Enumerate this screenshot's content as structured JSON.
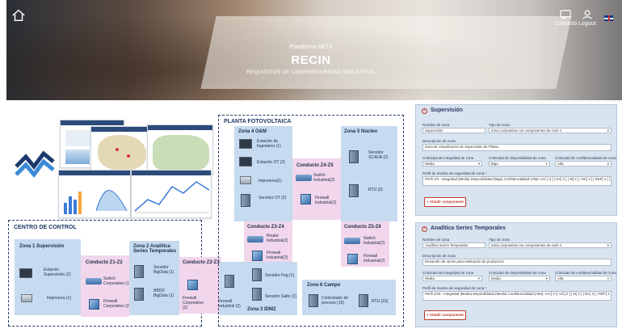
{
  "header": {
    "platform_label": "Plataforma BETA",
    "app_title": "RECIN",
    "app_subtitle": "REQUISITOS DE CIBERSEGURIDAD INDUSTRIAL",
    "contact_label": "Contacto",
    "logout_label": "Logout",
    "icons": {
      "home": "home-icon",
      "contact": "chat-icon",
      "logout": "user-icon",
      "language": "uk-flag-icon"
    }
  },
  "diagram": {
    "control_center": {
      "label": "CENTRO DE CONTROL",
      "zone1": {
        "title": "Zona 1 Supervisión",
        "devices": [
          "Estación Supervisión (2)",
          "Impresora (1)"
        ]
      },
      "conduit_z1z2": {
        "title": "Conducto Z1-Z2",
        "devices": [
          "Switch Corporativo (1)",
          "Firewall Corporativo (2)"
        ]
      },
      "zone2": {
        "title": "Zona 2 Analítica Series Temporales",
        "devices": [
          "Servidor BigData (1)",
          "BBDD BigData (1)"
        ]
      },
      "conduit_z2z3": {
        "title": "Conducto Z2-Z3",
        "devices": [
          "Firewall Corporativo (2)"
        ]
      }
    },
    "plant": {
      "label": "PLANTA FOTOVOLTAICA",
      "zone4": {
        "title": "Zona 4 O&M",
        "devices": [
          "Estación de Ingeniería (1)",
          "Estación OT (2)",
          "Impresora(1)",
          "Servidor OT (2)"
        ]
      },
      "conduit_z4z5": {
        "title": "Conducto Z4-Z5",
        "devices": [
          "Switch Industrial(2)",
          "Firewall Industrial(2)"
        ]
      },
      "zone5": {
        "title": "Zona 5 Núcleo",
        "devices": [
          "Servidor SCADA (2)",
          "RTU (2)"
        ]
      },
      "conduit_z3z4": {
        "title": "Conducto Z3-Z4",
        "devices": [
          "Router Industrial(2)",
          "Firewall Industrial(2)"
        ]
      },
      "conduit_z5z6": {
        "title": "Conducto Z5-Z6",
        "devices": [
          "Switch Industrial(2)",
          "Firewall Industrial(2)"
        ]
      },
      "zone3": {
        "title": "Zona 3 IDMZ",
        "devices": [
          "Firewall Industrial (2)",
          "Servidor Fog (1)",
          "Servidor Salto (1)"
        ]
      },
      "zone6": {
        "title": "Zona 6 Campo",
        "devices": [
          "Controlador de proceso (15)",
          "RTU (15)"
        ]
      }
    }
  },
  "panels": [
    {
      "title": "Supervisión",
      "labels": {
        "name": "Nombre de zona",
        "type": "Tipo de zona",
        "description": "Descripción de zona",
        "integrity": "Criticidad de integridad de zona",
        "availability": "Criticidad de disponibilidad de zona",
        "confidentiality": "Criticidad de confidencialidad de zona",
        "security_level": "Perfil de niveles de seguridad de zona *"
      },
      "values": {
        "name": "Supervisión",
        "type": "Zona corporativa con componentes de nivel 4",
        "description": "Zona de Visualización de Supervisión de Planta",
        "integrity": "Media",
        "availability": "Baja",
        "confidentiality": "Alta",
        "security_level": "Perfil 1/3 - Integridad (Media) Disponibilidad (Baja) Confidencialidad (Alta): IAC [ 3 ] | UC[ 2 ] | SI[ 2 ] | DC[ 3 ] | RDF[ 2 ] | TRE[ 2 ] | RA[ 1 ]"
      },
      "add_button": "+ Añadir componente"
    },
    {
      "title": "Analítica Series Temporales",
      "labels": {
        "name": "Nombre de zona",
        "type": "Tipo de zona",
        "description": "Descripción de zona",
        "integrity": "Criticidad de integridad de zona",
        "availability": "Criticidad de disponibilidad de zona",
        "confidentiality": "Criticidad de confidencialidad de zona",
        "security_level": "Perfil de niveles de seguridad de zona *"
      },
      "values": {
        "name": "Analítica Series Temporales",
        "type": "Zona corporativa con componentes de nivel 4",
        "description": "Desarrollo de series para estimación de producción",
        "integrity": "Media",
        "availability": "Media",
        "confidentiality": "Alta",
        "security_level": "Perfil 2/43 - Integridad (Media) Disponibilidad (Media) Confidencialidad (Alta): IAC[ 3 ] | UC[ 2 ] | SI[ 2 ] | DC[ 3 ] | RDF[ 2 ] | TRE[ 3 ] | RA[ 1 ]"
      },
      "add_button": "+ Añadir componente"
    }
  ],
  "colors": {
    "zone": "#c6dbef",
    "conduit": "#f2d6ec",
    "accent": "#c0392b",
    "panel": "#d9e4f1",
    "dashed": "#1f3a64"
  }
}
